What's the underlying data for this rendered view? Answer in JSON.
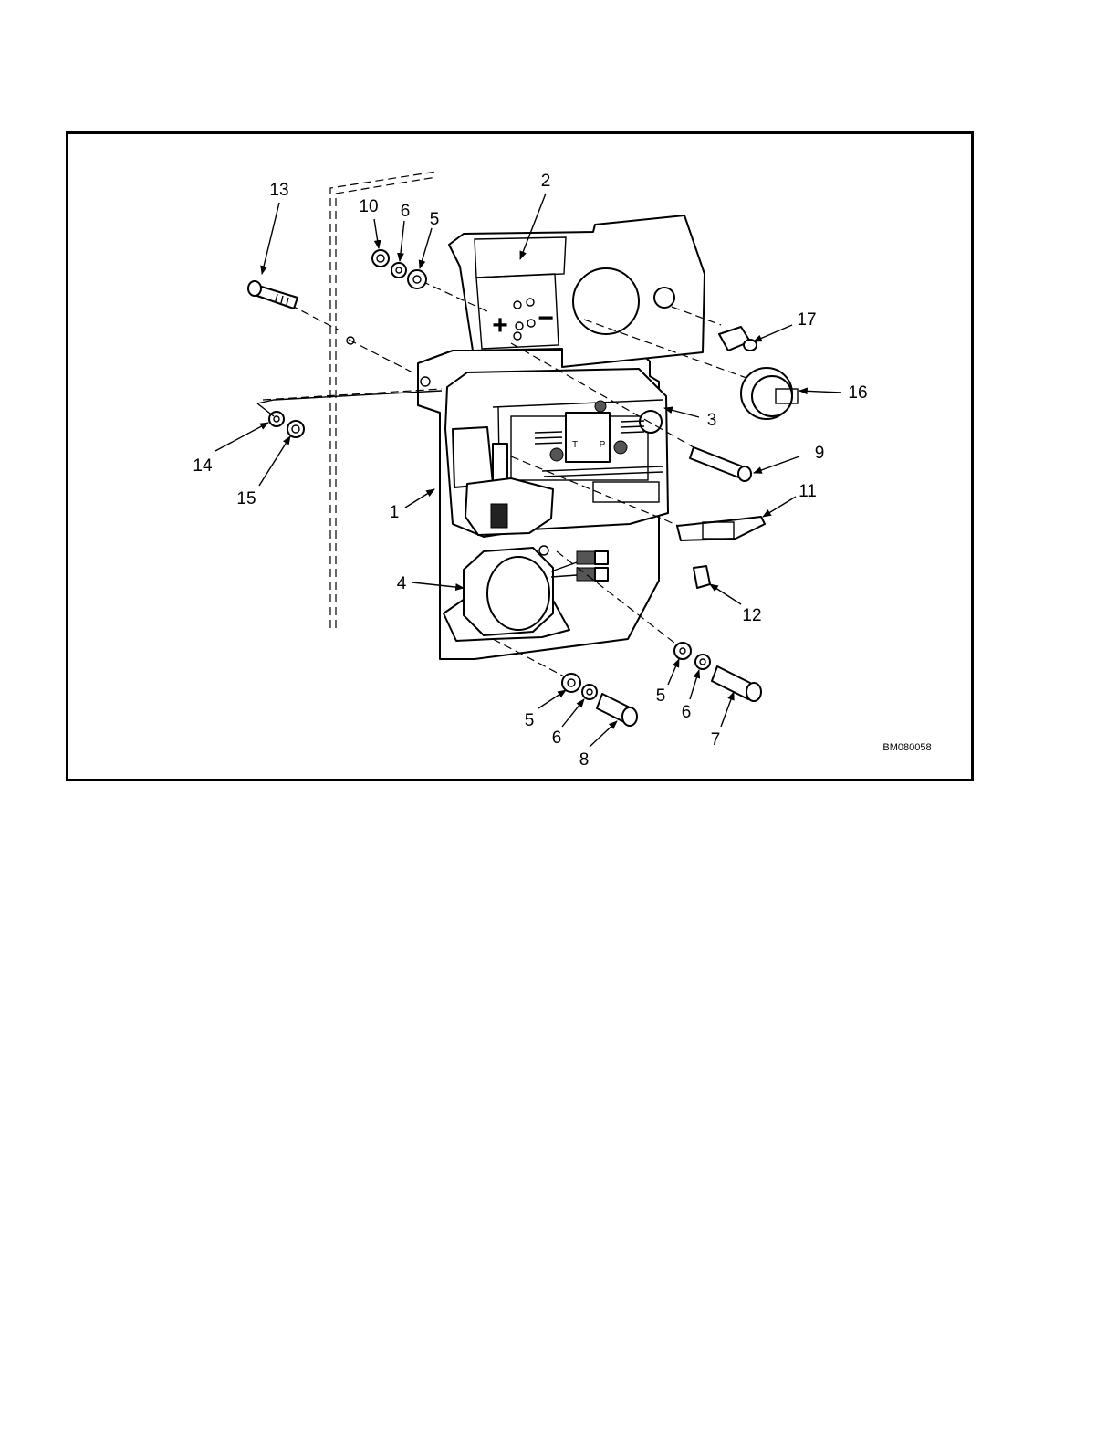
{
  "figure_id": "BM080058",
  "panel_symbols": {
    "plus": "+",
    "minus": "−",
    "t": "T",
    "p": "P"
  },
  "callouts": [
    {
      "id": "c1",
      "text": "1"
    },
    {
      "id": "c2",
      "text": "2"
    },
    {
      "id": "c3",
      "text": "3"
    },
    {
      "id": "c4",
      "text": "4"
    },
    {
      "id": "c5a",
      "text": "5"
    },
    {
      "id": "c5b",
      "text": "5"
    },
    {
      "id": "c5c",
      "text": "5"
    },
    {
      "id": "c6a",
      "text": "6"
    },
    {
      "id": "c6b",
      "text": "6"
    },
    {
      "id": "c6c",
      "text": "6"
    },
    {
      "id": "c7",
      "text": "7"
    },
    {
      "id": "c8",
      "text": "8"
    },
    {
      "id": "c9",
      "text": "9"
    },
    {
      "id": "c10",
      "text": "10"
    },
    {
      "id": "c11",
      "text": "11"
    },
    {
      "id": "c12",
      "text": "12"
    },
    {
      "id": "c13",
      "text": "13"
    },
    {
      "id": "c14",
      "text": "14"
    },
    {
      "id": "c15",
      "text": "15"
    },
    {
      "id": "c16",
      "text": "16"
    },
    {
      "id": "c17",
      "text": "17"
    }
  ]
}
